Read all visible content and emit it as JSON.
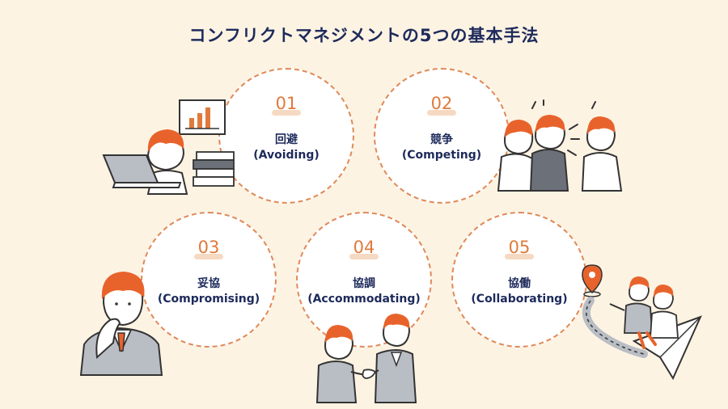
{
  "title": "コンフリクトマネジメントの5つの基本手法",
  "items": [
    {
      "number": "01",
      "label_jp": "回避",
      "label_en": "(Avoiding)"
    },
    {
      "number": "02",
      "label_jp": "競争",
      "label_en": "(Competing)"
    },
    {
      "number": "03",
      "label_jp": "妥協",
      "label_en": "(Compromising)"
    },
    {
      "number": "04",
      "label_jp": "協調",
      "label_en": "(Accommodating)"
    },
    {
      "number": "05",
      "label_jp": "協働",
      "label_en": "(Collaborating)"
    }
  ],
  "colors": {
    "background": "#fdf3e3",
    "accent": "#e07a3c",
    "navy": "#1d2a5b",
    "circle_border": "#e08a58"
  },
  "illustrations": [
    "person-laptop-chart-icon",
    "arguing-people-icon",
    "thinking-person-icon",
    "handshake-people-icon",
    "team-paper-plane-icon"
  ]
}
